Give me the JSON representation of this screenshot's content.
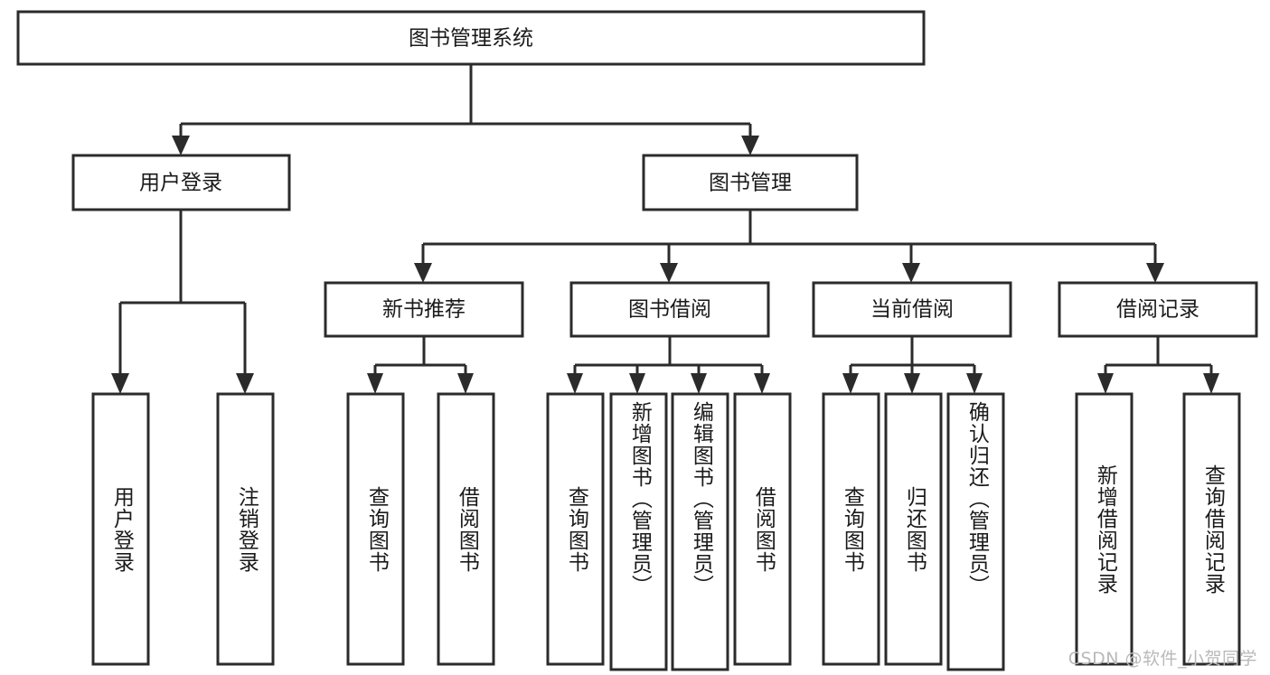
{
  "diagram": {
    "type": "tree-hierarchy-chart",
    "title": "图书管理系统",
    "background_color": "#ffffff",
    "stroke_color": "#2b2b2b",
    "text_color": "#1a1a1a",
    "watermark": "CSDN @软件_小贺同学",
    "root": {
      "label": "图书管理系统"
    },
    "level1": [
      {
        "label": "用户登录"
      },
      {
        "label": "图书管理"
      }
    ],
    "level2": [
      {
        "label": "新书推荐"
      },
      {
        "label": "图书借阅"
      },
      {
        "label": "当前借阅"
      },
      {
        "label": "借阅记录"
      }
    ],
    "leaves": {
      "user_login": [
        {
          "label": "用户登录"
        },
        {
          "label": "注销登录"
        }
      ],
      "new_book_recommend": [
        {
          "label": "查询图书"
        },
        {
          "label": "借阅图书"
        }
      ],
      "book_borrow": [
        {
          "label": "查询图书"
        },
        {
          "label": "新增图书（管理员）"
        },
        {
          "label": "编辑图书（管理员）"
        },
        {
          "label": "借阅图书"
        }
      ],
      "current_borrow": [
        {
          "label": "查询图书"
        },
        {
          "label": "归还图书"
        },
        {
          "label": "确认归还（管理员）"
        }
      ],
      "borrow_record": [
        {
          "label": "新增借阅记录"
        },
        {
          "label": "查询借阅记录"
        }
      ]
    }
  }
}
